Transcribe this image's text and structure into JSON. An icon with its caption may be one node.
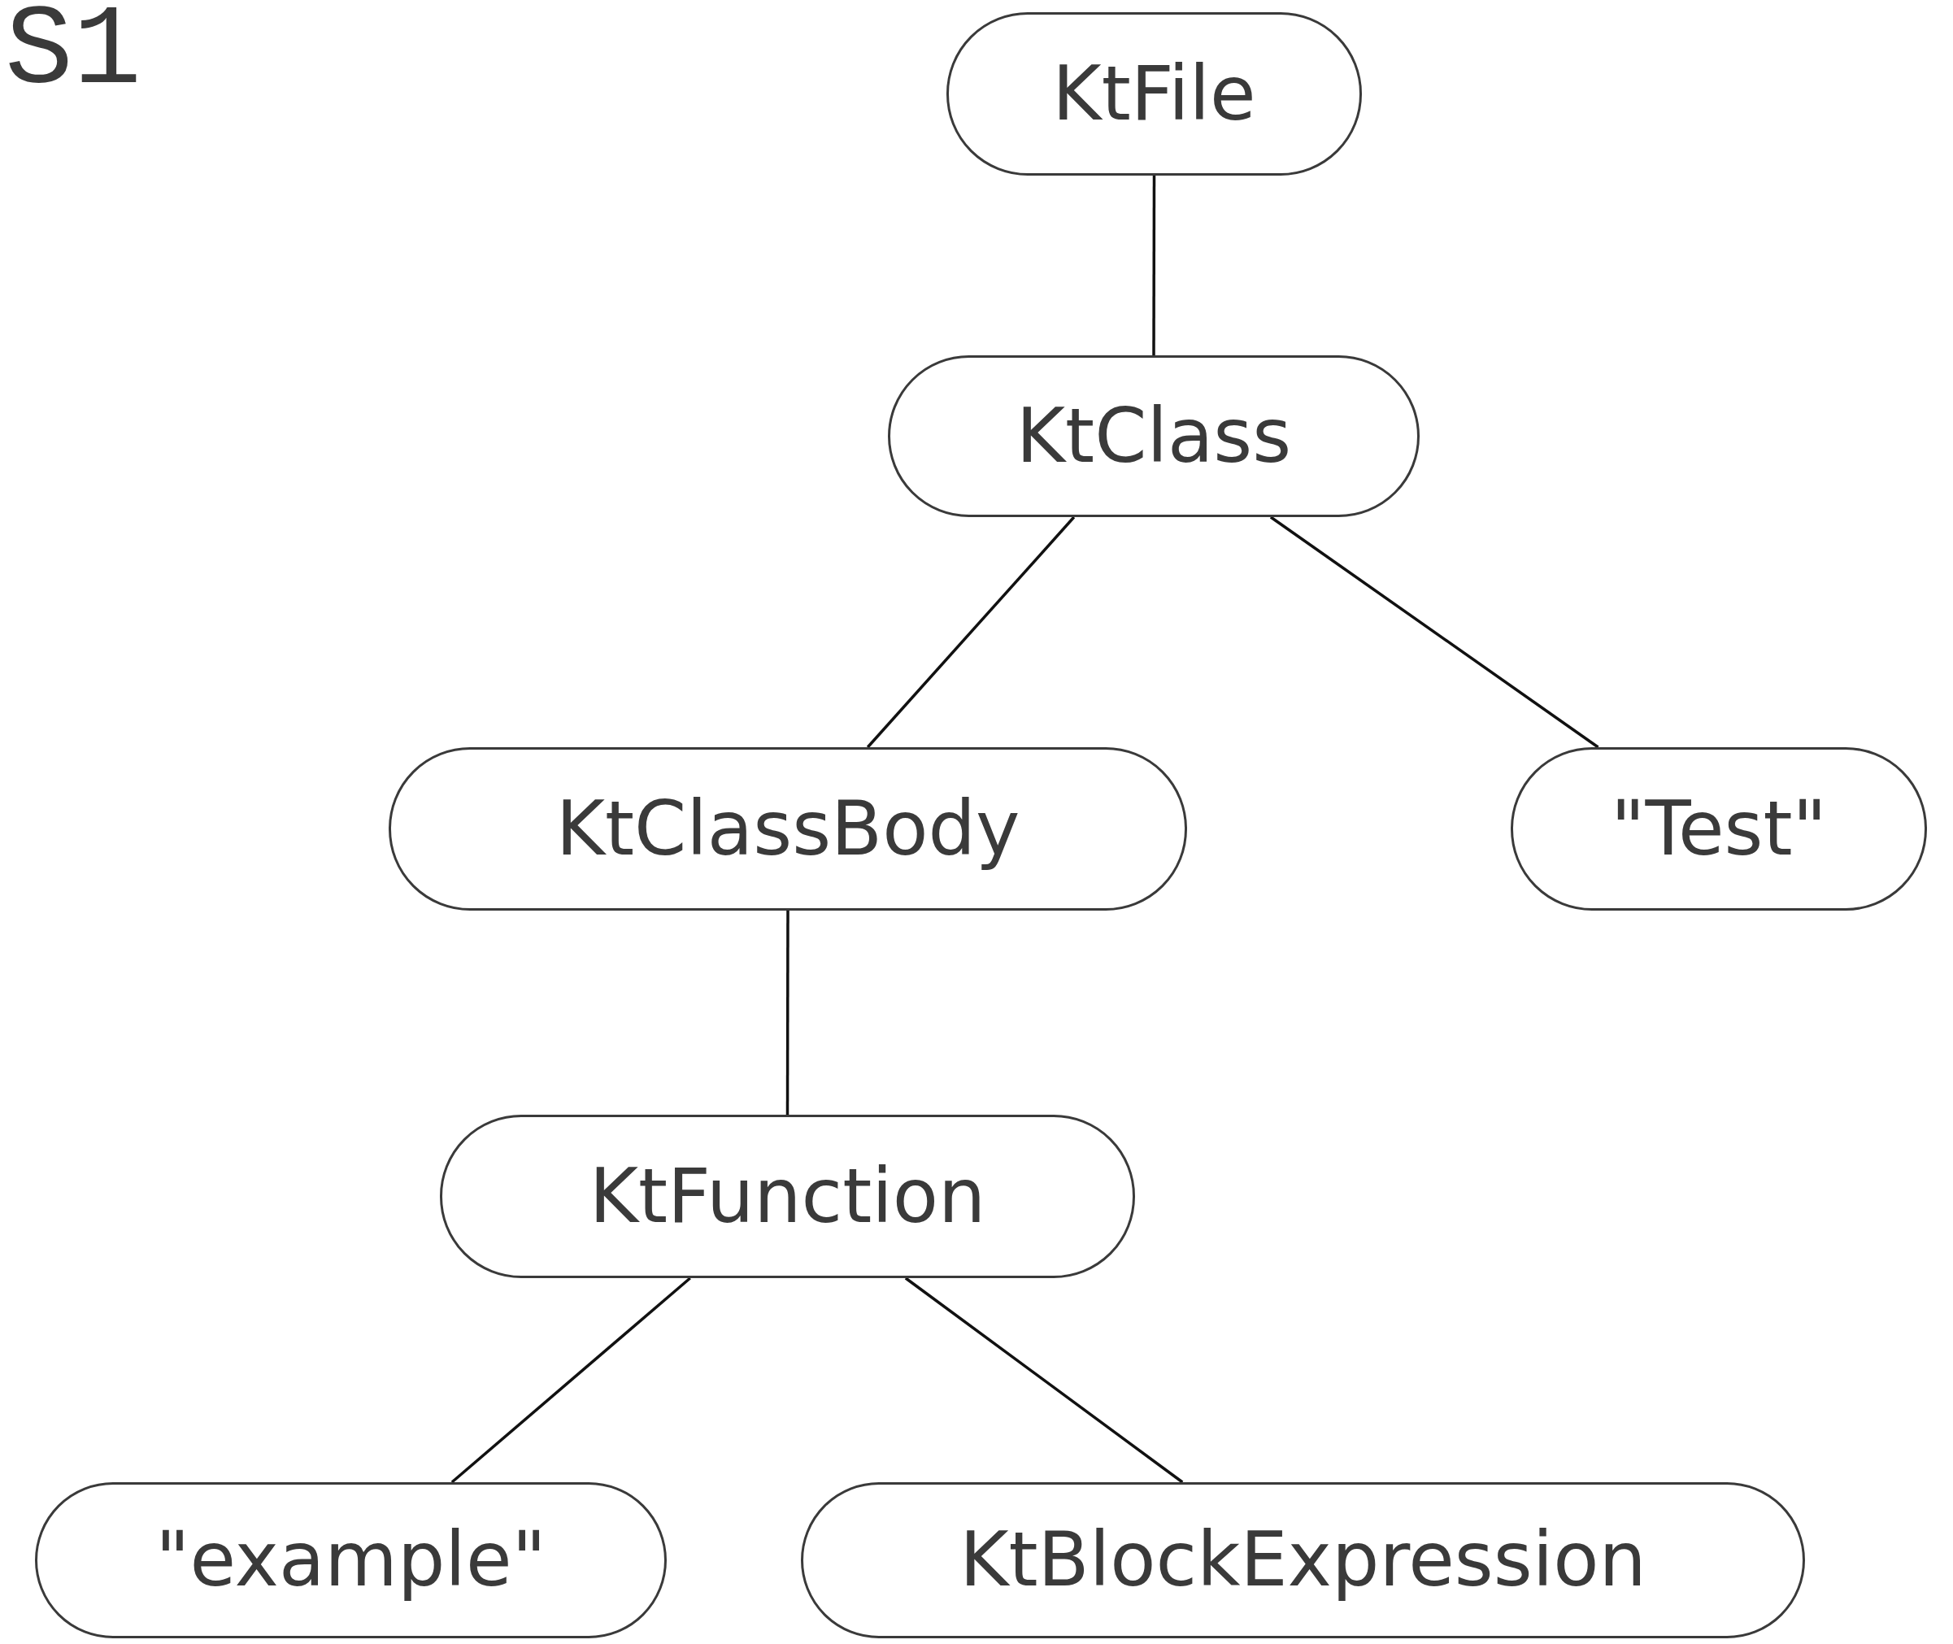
{
  "diagram": {
    "nodes": [
      {
        "text": [
          "KtFile"
        ]
      },
      {
        "text": [
          "KtClass"
        ]
      },
      {
        "text": [
          "KtClassBody"
        ]
      },
      {
        "text": [
          "\"Test\""
        ]
      },
      {
        "text": [
          "KtFunction"
        ]
      },
      {
        "text": [
          "\"example\""
        ]
      },
      {
        "text": [
          "KtBlockExpression"
        ]
      }
    ],
    "edges": [
      {
        "from": 0,
        "to": 1,
        "arrow": "none"
      },
      {
        "from": 1,
        "to": 2,
        "arrow": "none"
      },
      {
        "from": 1,
        "to": 3,
        "arrow": "none"
      },
      {
        "from": 2,
        "to": 4,
        "arrow": "none"
      },
      {
        "from": 4,
        "to": 5,
        "arrow": "none"
      },
      {
        "from": 4,
        "to": 6,
        "arrow": "none"
      }
    ],
    "labels": [
      "S1"
    ]
  }
}
